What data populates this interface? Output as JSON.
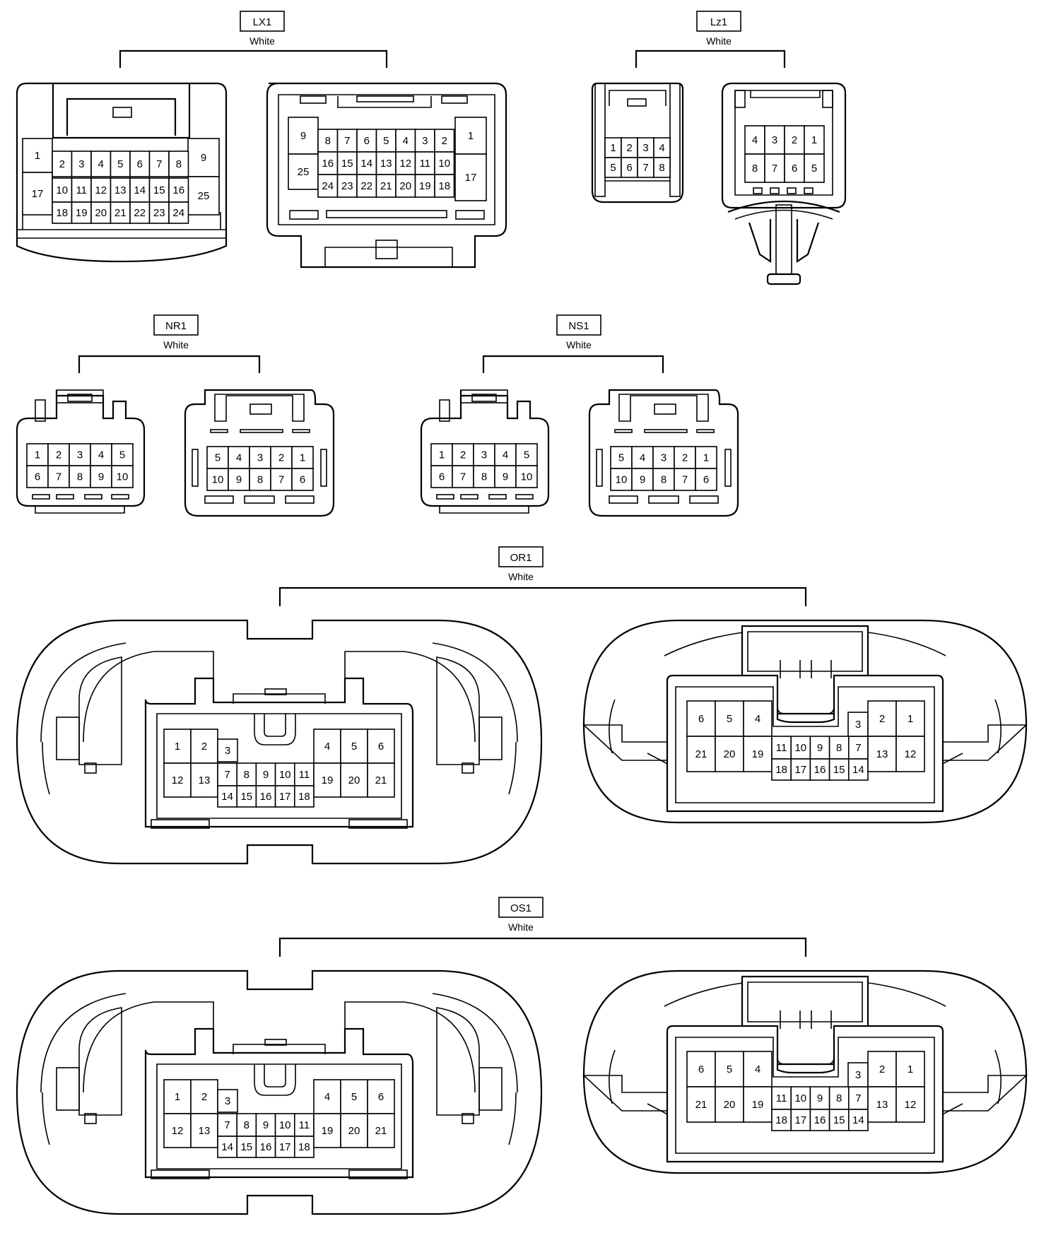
{
  "connectors": [
    {
      "id": "lx1",
      "code": "LX1",
      "color": "White"
    },
    {
      "id": "lz1",
      "code": "Lz1",
      "color": "White"
    },
    {
      "id": "nr1",
      "code": "NR1",
      "color": "White"
    },
    {
      "id": "ns1",
      "code": "NS1",
      "color": "White"
    },
    {
      "id": "or1",
      "code": "OR1",
      "color": "White"
    },
    {
      "id": "os1",
      "code": "OS1",
      "color": "White"
    }
  ],
  "pins": {
    "lx1_left": [
      [
        "1",
        "",
        "",
        "",
        "",
        "",
        "",
        "",
        "9"
      ],
      [
        "",
        "2",
        "3",
        "4",
        "5",
        "6",
        "7",
        "8",
        ""
      ],
      [
        "17",
        "10",
        "11",
        "12",
        "13",
        "14",
        "15",
        "16",
        "25"
      ],
      [
        "",
        "18",
        "19",
        "20",
        "21",
        "22",
        "23",
        "24",
        ""
      ]
    ],
    "lx1_right": [
      [
        "9",
        "8",
        "7",
        "6",
        "5",
        "4",
        "3",
        "2",
        "1"
      ],
      [
        "25",
        "16",
        "15",
        "14",
        "13",
        "12",
        "11",
        "10",
        "17"
      ],
      [
        "",
        "24",
        "23",
        "22",
        "21",
        "20",
        "19",
        "18",
        ""
      ]
    ],
    "lz1_left": [
      [
        "1",
        "2",
        "3",
        "4"
      ],
      [
        "5",
        "6",
        "7",
        "8"
      ]
    ],
    "lz1_right": [
      [
        "4",
        "3",
        "2",
        "1"
      ],
      [
        "8",
        "7",
        "6",
        "5"
      ]
    ],
    "nr1_left": [
      [
        "1",
        "2",
        "3",
        "4",
        "5"
      ],
      [
        "6",
        "7",
        "8",
        "9",
        "10"
      ]
    ],
    "nr1_right": [
      [
        "5",
        "4",
        "3",
        "2",
        "1"
      ],
      [
        "10",
        "9",
        "8",
        "7",
        "6"
      ]
    ],
    "ns1_left": [
      [
        "1",
        "2",
        "3",
        "4",
        "5"
      ],
      [
        "6",
        "7",
        "8",
        "9",
        "10"
      ]
    ],
    "ns1_right": [
      [
        "5",
        "4",
        "3",
        "2",
        "1"
      ],
      [
        "10",
        "9",
        "8",
        "7",
        "6"
      ]
    ],
    "o_left": {
      "top_left": [
        "1",
        "2"
      ],
      "top_mid": "3",
      "top_right": [
        "4",
        "5",
        "6"
      ],
      "mid_left": [
        "12",
        "13"
      ],
      "mid_center": [
        "7",
        "8",
        "9",
        "10",
        "11"
      ],
      "mid_right": [
        "19",
        "20",
        "21"
      ],
      "bottom": [
        "14",
        "15",
        "16",
        "17",
        "18"
      ]
    },
    "o_right": {
      "top_left": [
        "6",
        "5",
        "4"
      ],
      "top_mid": "3",
      "top_right": [
        "2",
        "1"
      ],
      "mid_left": [
        "21",
        "20",
        "19"
      ],
      "mid_center": [
        "11",
        "10",
        "9",
        "8",
        "7"
      ],
      "mid_right": [
        "13",
        "12"
      ],
      "bottom": [
        "18",
        "17",
        "16",
        "15",
        "14"
      ]
    }
  }
}
